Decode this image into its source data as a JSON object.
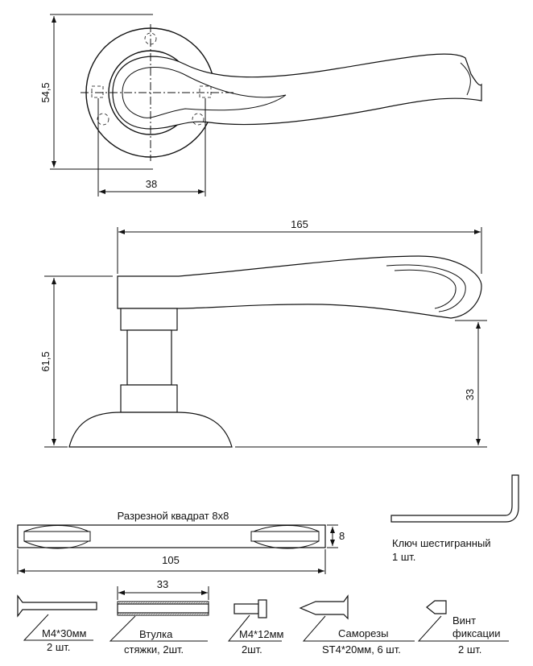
{
  "top_view": {
    "dim_height": "54,5",
    "dim_width": "38"
  },
  "side_view": {
    "dim_length": "165",
    "dim_height": "61,5",
    "dim_lever_height": "33"
  },
  "square_bar": {
    "title": "Разрезной квадрат 8x8",
    "dim_thickness": "8",
    "dim_length": "105"
  },
  "hex_key": {
    "label": "Ключ шестигранный",
    "qty": "1 шт."
  },
  "parts": [
    {
      "label": "M4*30мм",
      "qty": "2 шт."
    },
    {
      "label": "Втулка",
      "qty": "стяжки, 2шт.",
      "dim": "33"
    },
    {
      "label": "M4*12мм",
      "qty": "2шт."
    },
    {
      "label": "Саморезы",
      "qty": "ST4*20мм, 6 шт."
    },
    {
      "label": "Винт",
      "label2": "фиксации",
      "qty": "2 шт."
    }
  ]
}
